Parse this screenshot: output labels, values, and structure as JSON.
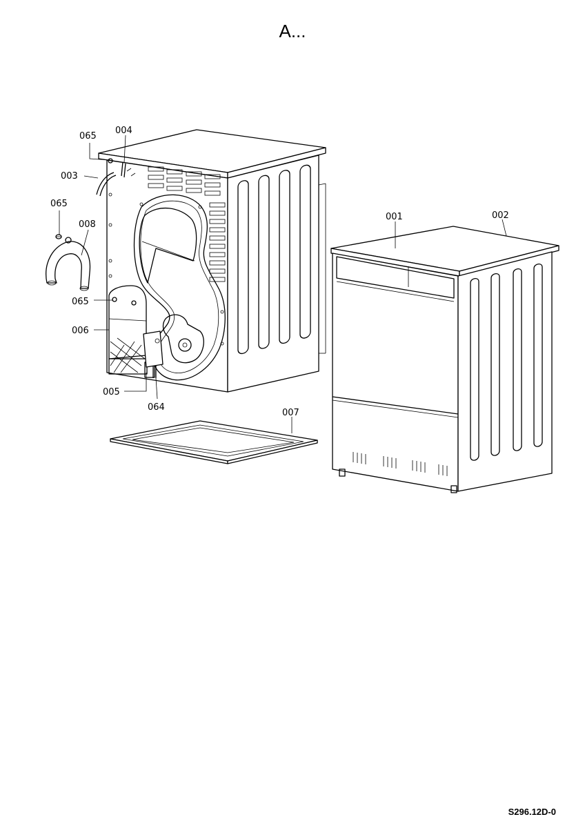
{
  "title": "A...",
  "reference_code": "S296.12D-0",
  "callouts": [
    {
      "id": "c065a",
      "label": "065"
    },
    {
      "id": "c004",
      "label": "004"
    },
    {
      "id": "c003",
      "label": "003"
    },
    {
      "id": "c065b",
      "label": "065"
    },
    {
      "id": "c008",
      "label": "008"
    },
    {
      "id": "c065c",
      "label": "065"
    },
    {
      "id": "c006",
      "label": "006"
    },
    {
      "id": "c005",
      "label": "005"
    },
    {
      "id": "c064",
      "label": "064"
    },
    {
      "id": "c007",
      "label": "007"
    },
    {
      "id": "c001",
      "label": "001"
    },
    {
      "id": "c002",
      "label": "002"
    }
  ]
}
